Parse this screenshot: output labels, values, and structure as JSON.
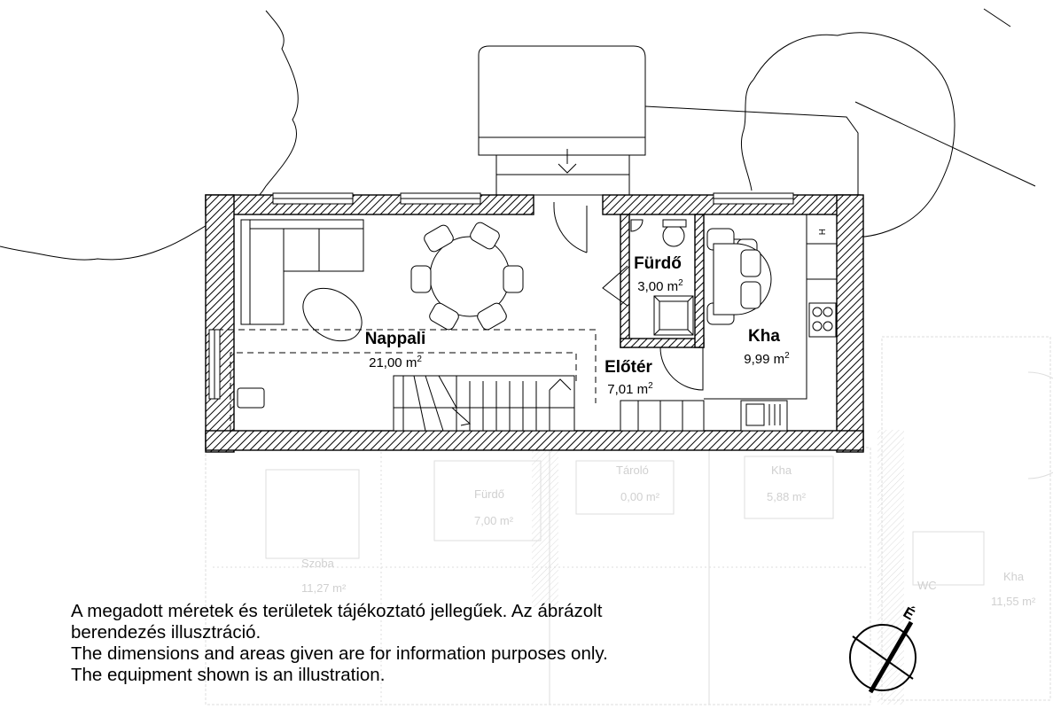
{
  "rooms": [
    {
      "id": "nappali",
      "name": "Nappali",
      "area": "21,00 m",
      "unit_sup": "2"
    },
    {
      "id": "furdo",
      "name": "Fürdő",
      "area": "3,00 m",
      "unit_sup": "2"
    },
    {
      "id": "kha",
      "name": "Kha",
      "area": "9,99 m",
      "unit_sup": "2"
    },
    {
      "id": "eloter",
      "name": "Előtér",
      "area": "7,01 m",
      "unit_sup": "2"
    }
  ],
  "ghost_labels": [
    {
      "id": "g-furdo",
      "text": "Fürdő"
    },
    {
      "id": "g-furdo-area",
      "text": "7,00 m²"
    },
    {
      "id": "g-tarolo",
      "text": "Tároló"
    },
    {
      "id": "g-tarolo-area",
      "text": "0,00 m²"
    },
    {
      "id": "g-kha",
      "text": "Kha"
    },
    {
      "id": "g-kha-area",
      "text": "5,88 m²"
    },
    {
      "id": "g-szoba",
      "text": "Szoba"
    },
    {
      "id": "g-szoba-area",
      "text": "11,27 m²"
    },
    {
      "id": "g-kha2",
      "text": "Kha"
    },
    {
      "id": "g-kha2-area",
      "text": "11,55 m²"
    },
    {
      "id": "g-wc",
      "text": "WC"
    }
  ],
  "compass": {
    "label": "É",
    "color": "#000000"
  },
  "appliance_marks": {
    "hood": "H"
  },
  "notes": {
    "hu_line1": "A megadott méretek és területek tájékoztató jellegűek. Az ábrázolt",
    "hu_line2": "berendezés illusztráció.",
    "en_line1": "The dimensions and areas given are for information purposes only.",
    "en_line2": "The equipment shown is an illustration."
  },
  "colors": {
    "line": "#000000",
    "ghost": "#cfcfcf",
    "background": "#ffffff"
  }
}
